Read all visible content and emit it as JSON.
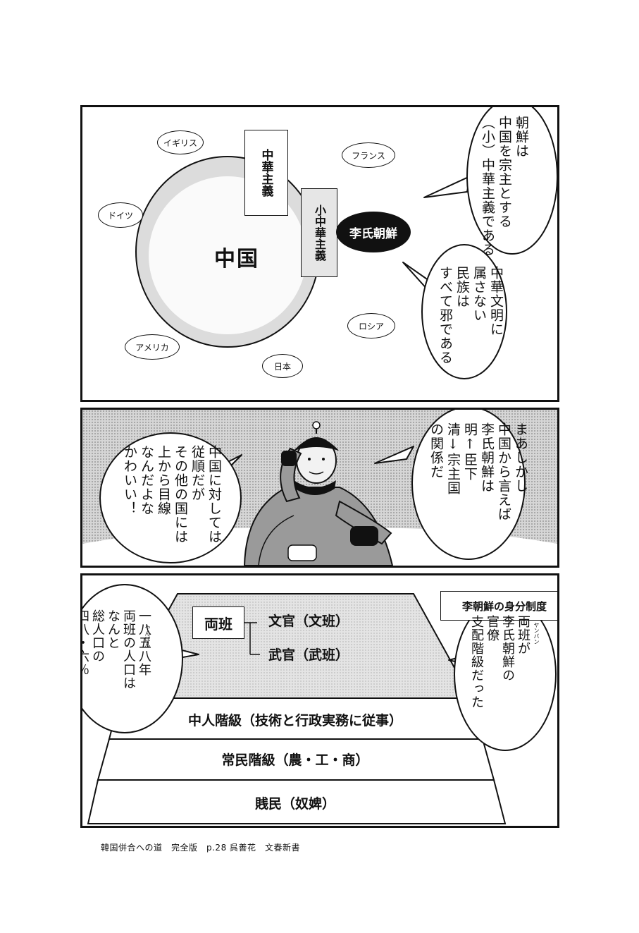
{
  "panel1": {
    "center_label": "中国",
    "chuka_label": "中華主義",
    "shochuka_label": "小中華主義",
    "dynasty_label": "李氏朝鮮",
    "countries": {
      "igirisu": "イギリス",
      "furansu": "フランス",
      "doitsu": "ドイツ",
      "roshia": "ロシア",
      "amerika": "アメリカ",
      "nihon": "日本"
    },
    "bubble_top": "朝鮮は\n中国を宗主とする\n（小）中華主義である",
    "bubble_bottom": "中華文明に\n属さない\n民族は\nすべて邪である"
  },
  "panel2": {
    "bubble_right": "まあしかし\n中国から言えば\n李氏朝鮮は\n明↑臣下\n清↓宗主国\nの関係だ",
    "bubble_left": "中国に対しては\n従順だが\nその他の国には\n上から目線\nなんだよな\nかわいい！"
  },
  "panel3": {
    "title": "李朝鮮の身分制度",
    "yangban_label": "両班",
    "civil_label": "文官（文班）",
    "military_label": "武官（武班）",
    "tier2_label": "中人階級（技術と行政実務に従事）",
    "tier3_label": "常民階級（農・工・商）",
    "tier4_label": "賎民（奴婢）",
    "bubble_left": "一八五八年\n両班の人口は\nなんと\n総人口の\n四八・六％",
    "bubble_left_ruby": "やんばん",
    "bubble_right": "両班が\n李氏朝鮮の\n官僚\n支配階級だった",
    "bubble_right_ruby": "ヤンバン"
  },
  "caption": "韓国併合への道　完全版　p.28 呉善花　文春新書"
}
